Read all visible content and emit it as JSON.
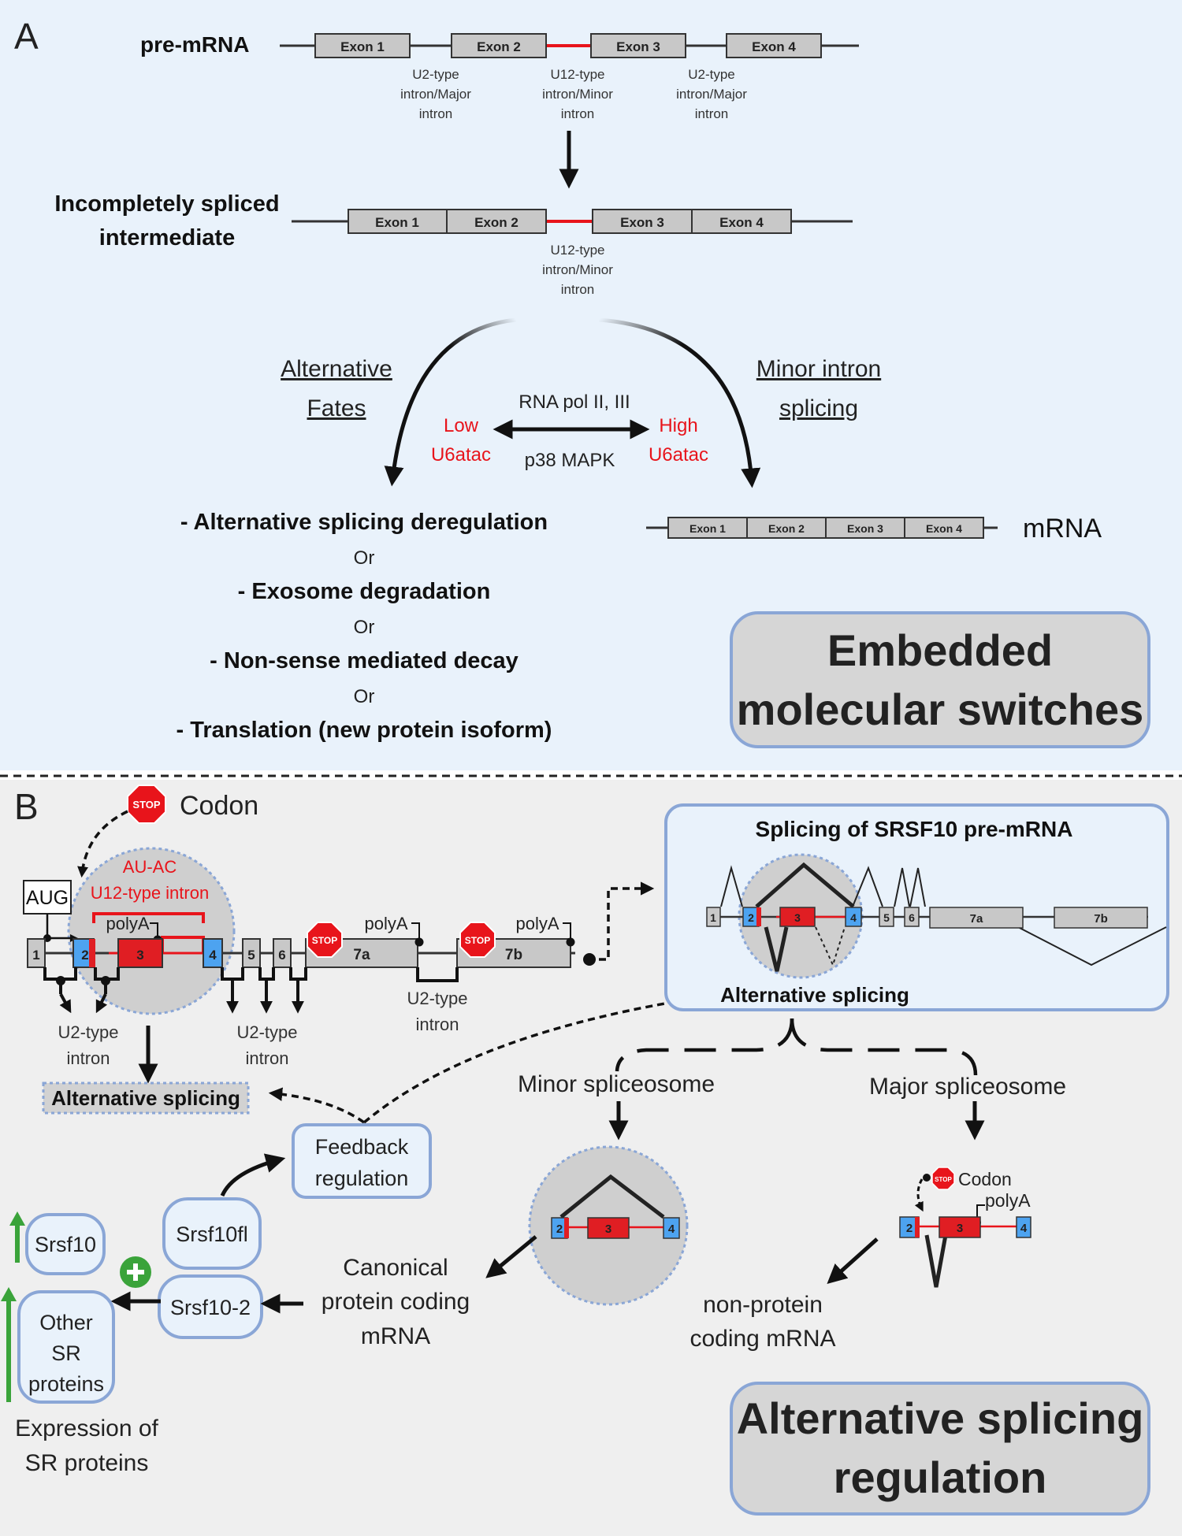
{
  "panel_a": {
    "letter": "A",
    "premrna_label": "pre-mRNA",
    "exon1": "Exon 1",
    "exon2": "Exon 2",
    "exon3": "Exon 3",
    "exon4": "Exon 4",
    "u2_l1": "U2-type",
    "u2_l2": "intron/Major",
    "u2_l3": "intron",
    "u12_l1": "U12-type",
    "u12_l2": "intron/Minor",
    "u12_l3": "intron",
    "intermediate_l1": "Incompletely spliced",
    "intermediate_l2": "intermediate",
    "alt_fates_l1": "Alternative",
    "alt_fates_l2": "Fates",
    "minor_l1": "Minor intron",
    "minor_l2": "splicing",
    "rna_pol": "RNA pol II, III",
    "p38": "p38 MAPK",
    "low_l1": "Low",
    "low_l2": "U6atac",
    "high_l1": "High",
    "high_l2": "U6atac",
    "fate1": "- Alternative splicing deregulation",
    "or": "Or",
    "fate2": "- Exosome degradation",
    "fate3": "- Non-sense mediated decay",
    "fate4": "- Translation (new protein isoform)",
    "mrna_label": "mRNA",
    "title_l1": "Embedded",
    "title_l2": "molecular switches"
  },
  "panel_b": {
    "letter": "B",
    "stop": "STOP",
    "codon": "Codon",
    "auac": "AU-AC",
    "u12_intron": "U12-type intron",
    "aug": "AUG",
    "polya": "polyA",
    "exons": [
      "1",
      "2",
      "3",
      "4",
      "5",
      "6",
      "7a",
      "7b"
    ],
    "u2_l1": "U2-type",
    "u2_l2": "intron",
    "alt_splicing": "Alternative splicing",
    "srsf10_title": "Splicing of SRSF10 pre-mRNA",
    "minor_spliceosome": "Minor spliceosome",
    "major_spliceosome": "Major spliceosome",
    "feedback_l1": "Feedback",
    "feedback_l2": "regulation",
    "srsf10": "Srsf10",
    "srsf10fl": "Srsf10fl",
    "srsf10_2": "Srsf10-2",
    "other_l1": "Other",
    "other_l2": "SR",
    "other_l3": "proteins",
    "canonical_l1": "Canonical",
    "canonical_l2": "protein coding",
    "canonical_l3": "mRNA",
    "noncoding_l1": "non-protein",
    "noncoding_l2": "coding mRNA",
    "expression_l1": "Expression of",
    "expression_l2": "SR proteins",
    "title_l1": "Alternative splicing",
    "title_l2": "regulation"
  },
  "colors": {
    "panel_a_bg": "#e9f2fb",
    "panel_b_bg": "#efefef",
    "exon_grey": "#c8c8c8",
    "exon_blue": "#4da3f0",
    "exon_red": "#e01e23",
    "minor_intron_red": "#e8141b",
    "box_border": "#8aa6d6",
    "green_arrow": "#3aa33a"
  }
}
